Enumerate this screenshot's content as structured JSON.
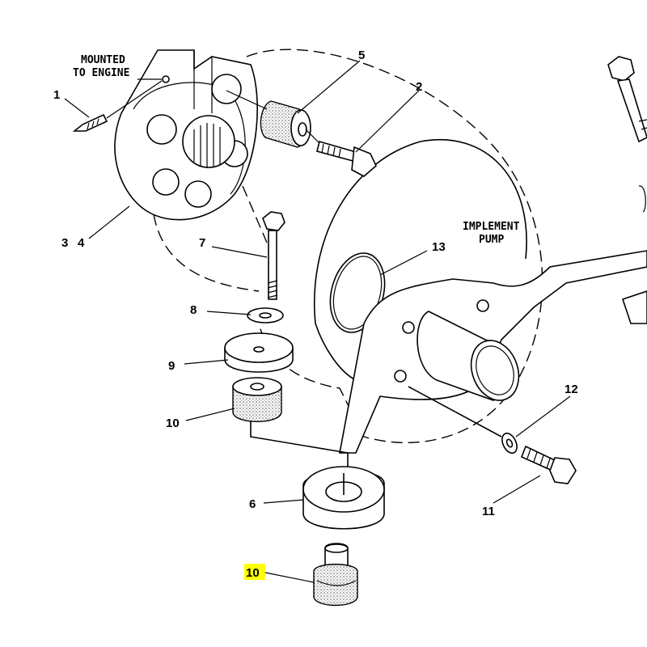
{
  "notes": {
    "mounted_line1": "MOUNTED",
    "mounted_line2": "TO ENGINE",
    "pump_line1": "IMPLEMENT",
    "pump_line2": "PUMP"
  },
  "callouts": {
    "c1": "1",
    "c2": "2",
    "c3": "3",
    "c4": "4",
    "c5": "5",
    "c6": "6",
    "c7": "7",
    "c8": "8",
    "c9": "9",
    "c10a": "10",
    "c10b": "10",
    "c11": "11",
    "c12": "12",
    "c13": "13"
  },
  "colors": {
    "highlight": "#ffff00",
    "ink": "#000000",
    "paper": "#ffffff"
  }
}
